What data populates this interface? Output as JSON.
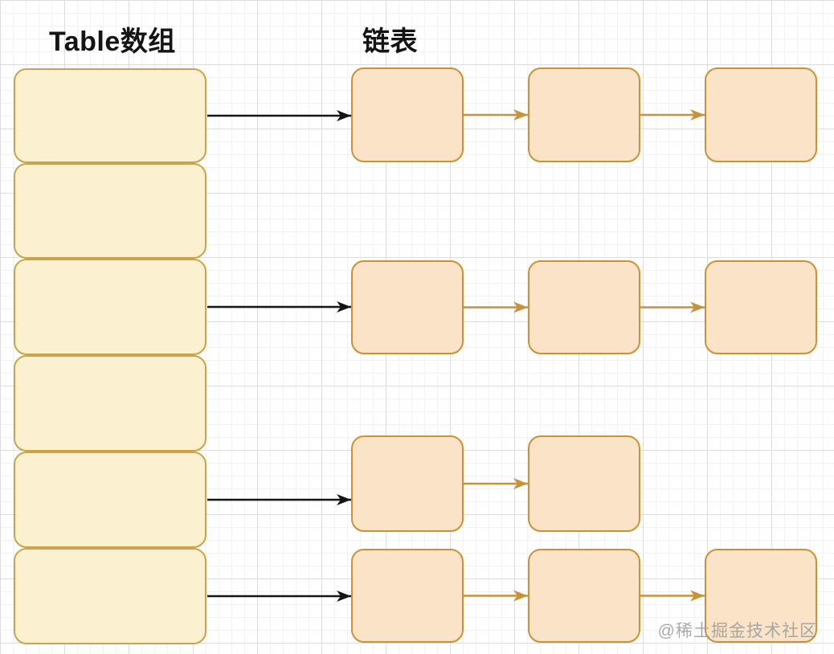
{
  "titles": {
    "table": "Table数组",
    "list": "链表"
  },
  "watermark": {
    "text": "@稀土掘金技术社区"
  },
  "colors": {
    "table_fill": "#FBF1D0",
    "table_border": "#C9A44A",
    "node_fill": "#FAE3C6",
    "node_border": "#CB9134",
    "pointer_arrow": "#151515",
    "chain_arrow": "#C8923B",
    "grid_minor": "#F2F2F2",
    "grid_major": "#DCDCDC",
    "watermark": "#9A9C9E"
  },
  "diagram": {
    "type": "hash-table-with-chaining",
    "bucket_count": 6,
    "buckets": [
      {
        "index": 0,
        "chain_length": 3
      },
      {
        "index": 1,
        "chain_length": 0
      },
      {
        "index": 2,
        "chain_length": 3
      },
      {
        "index": 3,
        "chain_length": 0
      },
      {
        "index": 4,
        "chain_length": 2
      },
      {
        "index": 5,
        "chain_length": 3
      }
    ]
  }
}
